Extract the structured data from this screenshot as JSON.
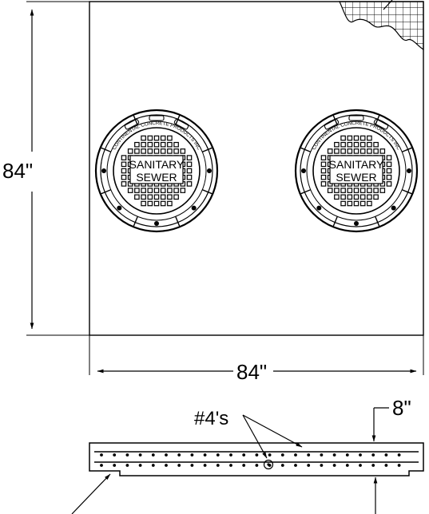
{
  "dimensions": {
    "height_label": "84\"",
    "width_label": "84\"",
    "thickness_label": "8\"",
    "rebar_label": "#4's"
  },
  "manholes": [
    {
      "cover_line1": "SANITARY",
      "cover_line2": "SEWER",
      "rim_text": "CONTINENTAL CONCRETE PRODUCTS INC"
    },
    {
      "cover_line1": "SANITARY",
      "cover_line2": "SEWER",
      "rim_text": "CONTINENTAL CONCRETE PRODUCTS INC"
    }
  ],
  "colors": {
    "line": "#000000",
    "background": "#ffffff"
  }
}
